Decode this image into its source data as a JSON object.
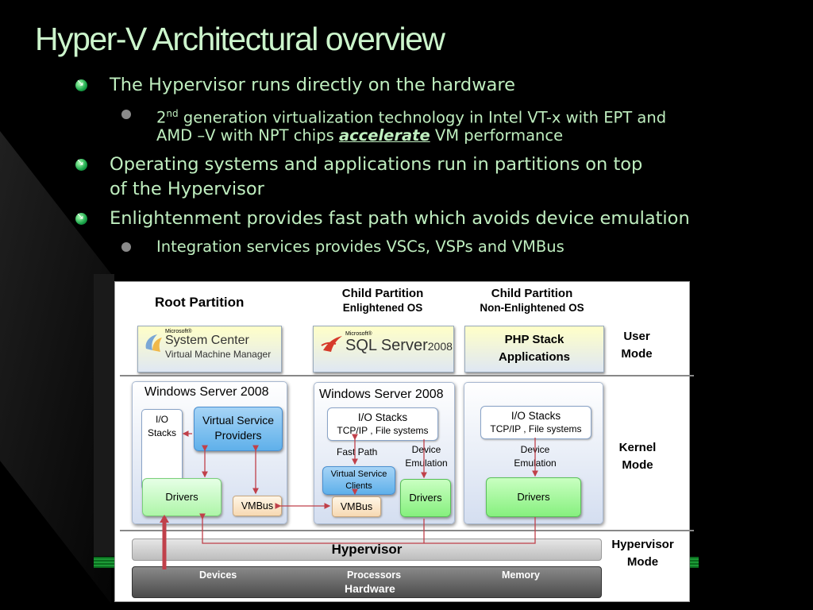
{
  "title": "Hyper-V Architectural overview",
  "bullets": {
    "b1": "The Hypervisor runs directly on the hardware",
    "b1a_pre": "2",
    "b1a_sup": "nd",
    "b1a_rest": " generation virtualization technology in Intel VT-x with EPT and",
    "b1a_line2_pre": "AMD –V with NPT chips ",
    "b1a_accel": "accelerate",
    "b1a_line2_post": " VM performance",
    "b2_line1": "Operating systems and applications run in partitions on top",
    "b2_line2": "of the Hypervisor",
    "b3": "Enlightenment provides fast path which avoids device emulation",
    "b3a": "Integration services provides VSCs, VSPs and VMBus"
  },
  "diagram": {
    "root_partition": "Root Partition",
    "child1_title": "Child Partition",
    "child1_sub": "Enlightened OS",
    "child2_title": "Child Partition",
    "child2_sub": "Non-Enlightened OS",
    "syscenter_small": "Microsoft®",
    "syscenter_main": "System Center",
    "syscenter_sub": "Virtual Machine Manager",
    "sql_small": "Microsoft®",
    "sql_main": "SQL Server",
    "sql_year": "2008",
    "php_line1": "PHP Stack",
    "php_line2": "Applications",
    "user_mode_1": "User",
    "user_mode_2": "Mode",
    "win_title_root": "Windows Server 2008",
    "win_title_child": "Windows Server 2008",
    "io_stacks_root_1": "I/O",
    "io_stacks_root_2": "Stacks",
    "vsp_1": "Virtual Service",
    "vsp_2": "Providers",
    "drivers_root": "Drivers",
    "vmbus_root": "VMBus",
    "io_stacks_child": "I/O Stacks",
    "tcp_child": "TCP/IP , File systems",
    "fast_path": "Fast Path",
    "device_emulation_1": "Device",
    "device_emulation_2": "Emulation",
    "vsc_1": "Virtual Service",
    "vsc_2": "Clients",
    "vmbus_child": "VMBus",
    "drivers_child": "Drivers",
    "io_stacks_nonen": "I/O Stacks",
    "tcp_nonen": "TCP/IP , File systems",
    "device_emulation_nonen_1": "Device",
    "device_emulation_nonen_2": "Emulation",
    "drivers_nonen": "Drivers",
    "kernel_mode_1": "Kernel",
    "kernel_mode_2": "Mode",
    "hypervisor": "Hypervisor",
    "hypervisor_mode_1": "Hypervisor",
    "hypervisor_mode_2": "Mode",
    "hw_devices": "Devices",
    "hw_processors": "Processors",
    "hw_memory": "Memory",
    "hw_label": "Hardware"
  },
  "colors": {
    "title": "#ccf5cc",
    "bullet_text": "#bfeebf",
    "arrow": "#c0404a"
  }
}
